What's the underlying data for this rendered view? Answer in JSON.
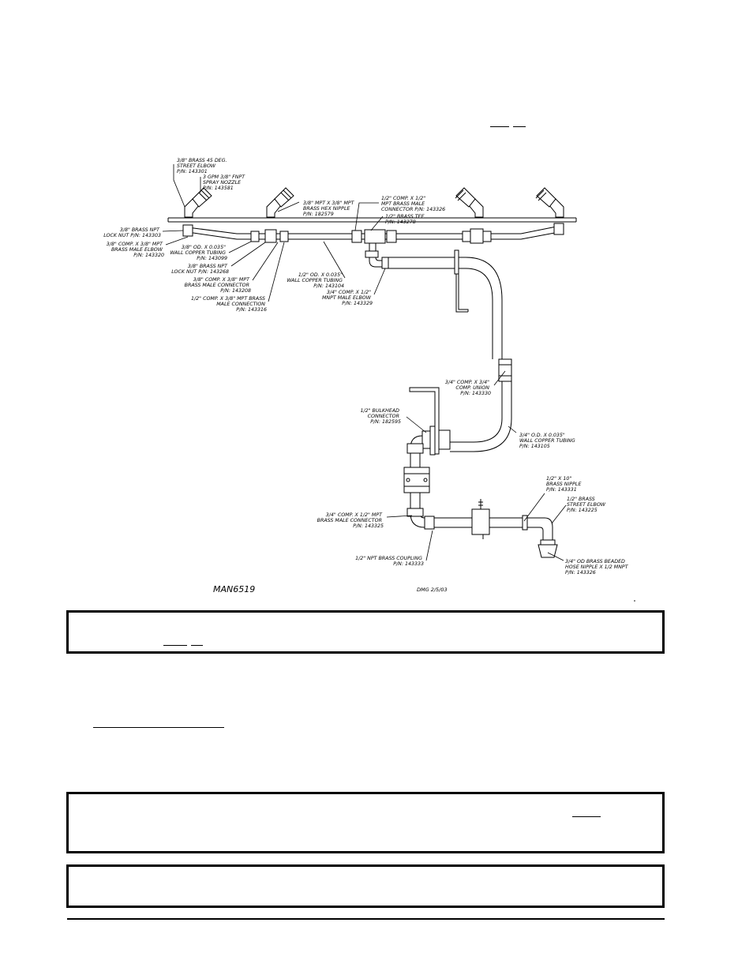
{
  "drawing": {
    "drawing_number": "MAN6519",
    "date": "DMG 2/5/03",
    "callouts": {
      "elbow45": [
        "3/8\" BRASS 45 DEG.",
        "STREET ELBOW",
        "P/N: 143301"
      ],
      "nozzle": [
        "3 GPM 3/8\" FNPT",
        "SPRAY NOZZLE",
        "P/N: 143581"
      ],
      "hexnipple": [
        "3/8\" MPT X 3/8\" MPT",
        "BRASS HEX NIPPLE",
        "P/N: 182579"
      ],
      "locknut": [
        "3/8\"  BRASS NPT",
        "LOCK NUT P/N: 143303"
      ],
      "maleelbow38": [
        "3/8\" COMP. X 3/8\" MPT",
        "BRASS MALE ELBOW",
        "P/N: 143320"
      ],
      "tubing38": [
        "3/8\" OD. X 0.035\"",
        "WALL COPPER TUBING",
        "P/N: 143099"
      ],
      "locknut2": [
        "3/8\" BRASS NPT",
        "LOCK NUT P/N: 143268"
      ],
      "maleconn38": [
        "3/8\" COMP. X 3/8\" MPT",
        "BRASS MALE CONNECTOR",
        "P/N: 143208"
      ],
      "maleconnection": [
        "1/2\" COMP. X 3/8\" MPT BRASS",
        "MALE CONNECTION",
        "P/N: 143316"
      ],
      "tubing12": [
        "1/2\" OD. X 0.035\"",
        "WALL COPPER TUBING",
        "P/N: 143104"
      ],
      "maleconn12": [
        "1/2\" COMP. X 1/2\"",
        "MPT BRASS MALE",
        "CONNECTOR P/N: 143326"
      ],
      "tee": [
        "1/2\" BRASS TEE",
        "P/N: 143278"
      ],
      "mnptelbow": [
        "3/4\" COMP. X 1/2\"",
        "MNPT MALE ELBOW",
        "P/N: 143329"
      ],
      "union": [
        "3/4\" COMP. X 3/4\"",
        "COMP. UNION",
        "P/N: 143330"
      ],
      "bulkhead": [
        "1/2\" BULKHEAD",
        "CONNECTOR",
        "P/N: 182595"
      ],
      "tubing34": [
        "3/4\" O.D. X 0.035\"",
        "WALL COPPER TUBING",
        "P/N: 143105"
      ],
      "nipple": [
        "1/2\" X 10\"",
        "BRASS NIPPLE",
        "P/N: 143331"
      ],
      "streetelbow": [
        "1/2\" BRASS",
        "STREET ELBOW",
        "P/N: 143225"
      ],
      "maleconn34": [
        "3/4\" COMP. X 1/2\" MPT",
        "BRASS MALE CONNECTOR",
        "P/N: 143325"
      ],
      "coupling": [
        "1/2\" NPT BRASS COUPLING",
        "P/N: 143333"
      ],
      "hosenipple": [
        "3/4\" OD BRASS BEADED",
        "HOSE NIPPLE X 1/2 MNPT",
        "P/N: 143326"
      ]
    }
  }
}
